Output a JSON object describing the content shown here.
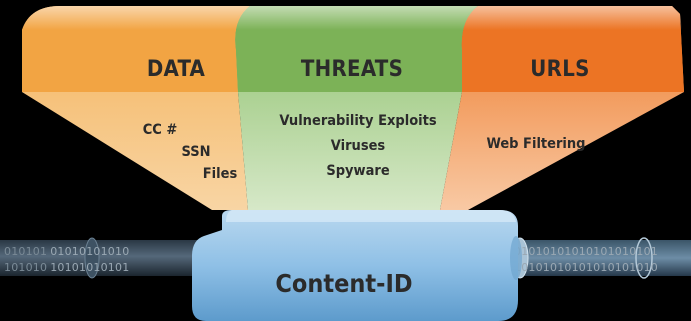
{
  "sections": [
    {
      "header": "DATA",
      "items": [
        "CC #",
        "SSN",
        "Files"
      ],
      "color": "#f5a84a"
    },
    {
      "header": "THREATS",
      "items": [
        "Vulnerability Exploits",
        "Viruses",
        "Spyware"
      ],
      "color": "#7fb35a"
    },
    {
      "header": "URLS",
      "items": [
        "Web Filtering"
      ],
      "color": "#ef7b2c"
    }
  ],
  "engine": {
    "label": "Content-ID",
    "color": "#8fc0e6"
  },
  "binary": {
    "left": {
      "row1a": "01010",
      "row1b": "1",
      "row1c": "01010101010",
      "row2a": "10101",
      "row2b": "0",
      "row2c": "10101010101"
    },
    "right": {
      "row1a": "010101010101010",
      "row1b": "1",
      "row1c": "0101",
      "row2a": "101010101010101",
      "row2b": "0",
      "row2c": "1010"
    }
  }
}
